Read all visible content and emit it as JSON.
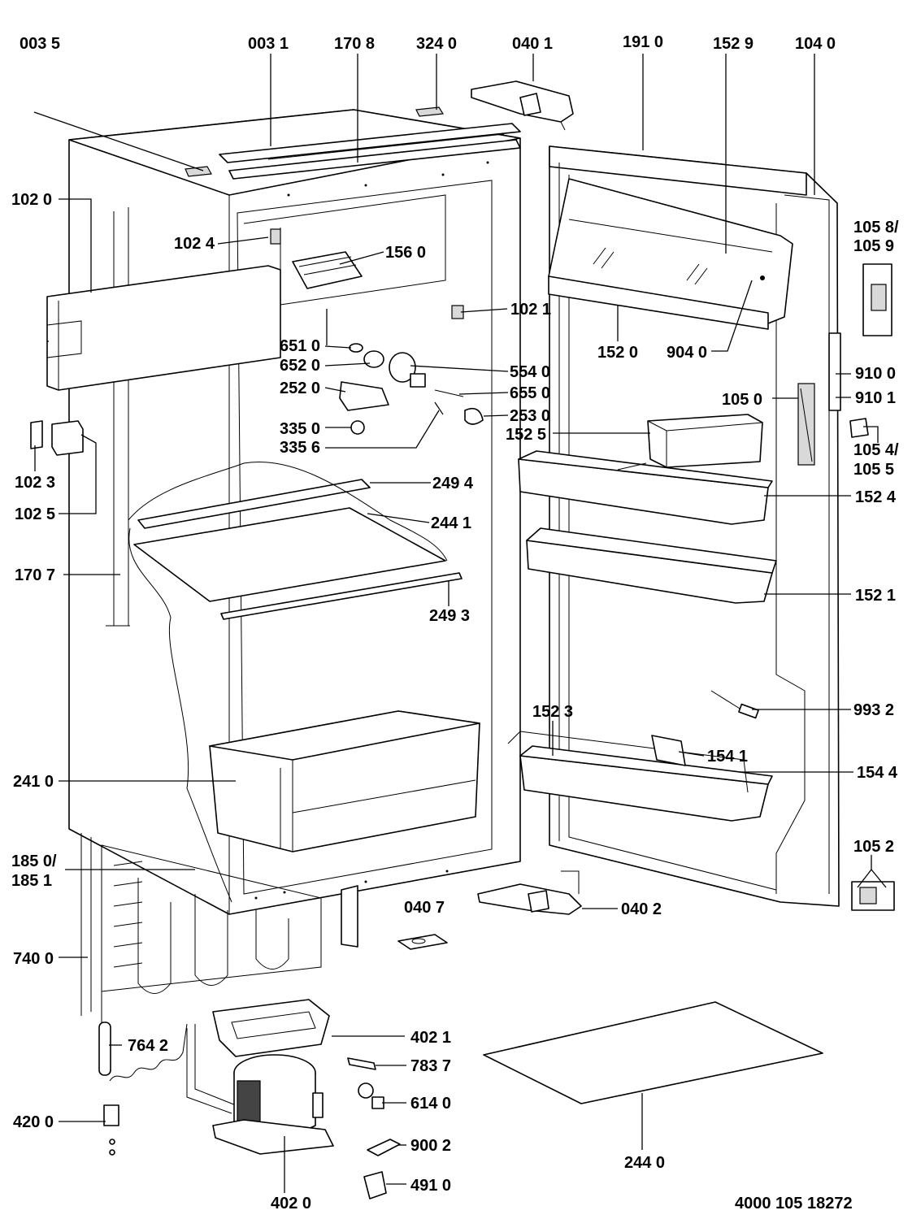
{
  "callouts": [
    {
      "id": "0035",
      "text": "003 5"
    },
    {
      "id": "0031",
      "text": "003 1"
    },
    {
      "id": "1708",
      "text": "170 8"
    },
    {
      "id": "3240",
      "text": "324 0"
    },
    {
      "id": "0401",
      "text": "040 1"
    },
    {
      "id": "1910",
      "text": "191 0"
    },
    {
      "id": "1529",
      "text": "152 9"
    },
    {
      "id": "1040",
      "text": "104 0"
    },
    {
      "id": "1020",
      "text": "102 0"
    },
    {
      "id": "1024",
      "text": "102 4"
    },
    {
      "id": "1560",
      "text": "156 0"
    },
    {
      "id": "1058",
      "text": "105 8/"
    },
    {
      "id": "1059",
      "text": "105 9"
    },
    {
      "id": "1021",
      "text": "102 1"
    },
    {
      "id": "1520",
      "text": "152 0"
    },
    {
      "id": "9040",
      "text": "904 0"
    },
    {
      "id": "6510",
      "text": "651 0"
    },
    {
      "id": "6520",
      "text": "652 0"
    },
    {
      "id": "5540",
      "text": "554 0"
    },
    {
      "id": "9100",
      "text": "910 0"
    },
    {
      "id": "2520",
      "text": "252 0"
    },
    {
      "id": "6550",
      "text": "655 0"
    },
    {
      "id": "1050",
      "text": "105 0"
    },
    {
      "id": "9101",
      "text": "910 1"
    },
    {
      "id": "2530",
      "text": "253 0"
    },
    {
      "id": "3350",
      "text": "335 0"
    },
    {
      "id": "1525",
      "text": "152 5"
    },
    {
      "id": "3356",
      "text": "335 6"
    },
    {
      "id": "1054",
      "text": "105 4/"
    },
    {
      "id": "1055",
      "text": "105 5"
    },
    {
      "id": "1023",
      "text": "102 3"
    },
    {
      "id": "2494",
      "text": "249 4"
    },
    {
      "id": "1524",
      "text": "152 4"
    },
    {
      "id": "1025",
      "text": "102 5"
    },
    {
      "id": "2441",
      "text": "244 1"
    },
    {
      "id": "1707",
      "text": "170 7"
    },
    {
      "id": "1521",
      "text": "152 1"
    },
    {
      "id": "2493",
      "text": "249 3"
    },
    {
      "id": "9932",
      "text": "993 2"
    },
    {
      "id": "1523",
      "text": "152 3"
    },
    {
      "id": "1541",
      "text": "154 1"
    },
    {
      "id": "2410",
      "text": "241 0"
    },
    {
      "id": "1544",
      "text": "154 4"
    },
    {
      "id": "1052",
      "text": "105 2"
    },
    {
      "id": "1850",
      "text": "185 0/"
    },
    {
      "id": "1851",
      "text": "185 1"
    },
    {
      "id": "0407",
      "text": "040 7"
    },
    {
      "id": "0402",
      "text": "040 2"
    },
    {
      "id": "7400",
      "text": "740 0"
    },
    {
      "id": "4021",
      "text": "402 1"
    },
    {
      "id": "7642",
      "text": "764 2"
    },
    {
      "id": "7837",
      "text": "783 7"
    },
    {
      "id": "6140",
      "text": "614 0"
    },
    {
      "id": "4200",
      "text": "420 0"
    },
    {
      "id": "9002",
      "text": "900 2"
    },
    {
      "id": "2440",
      "text": "244 0"
    },
    {
      "id": "4910",
      "text": "491 0"
    },
    {
      "id": "4020",
      "text": "402 0"
    }
  ],
  "drawing_number": "4000 105 18272"
}
